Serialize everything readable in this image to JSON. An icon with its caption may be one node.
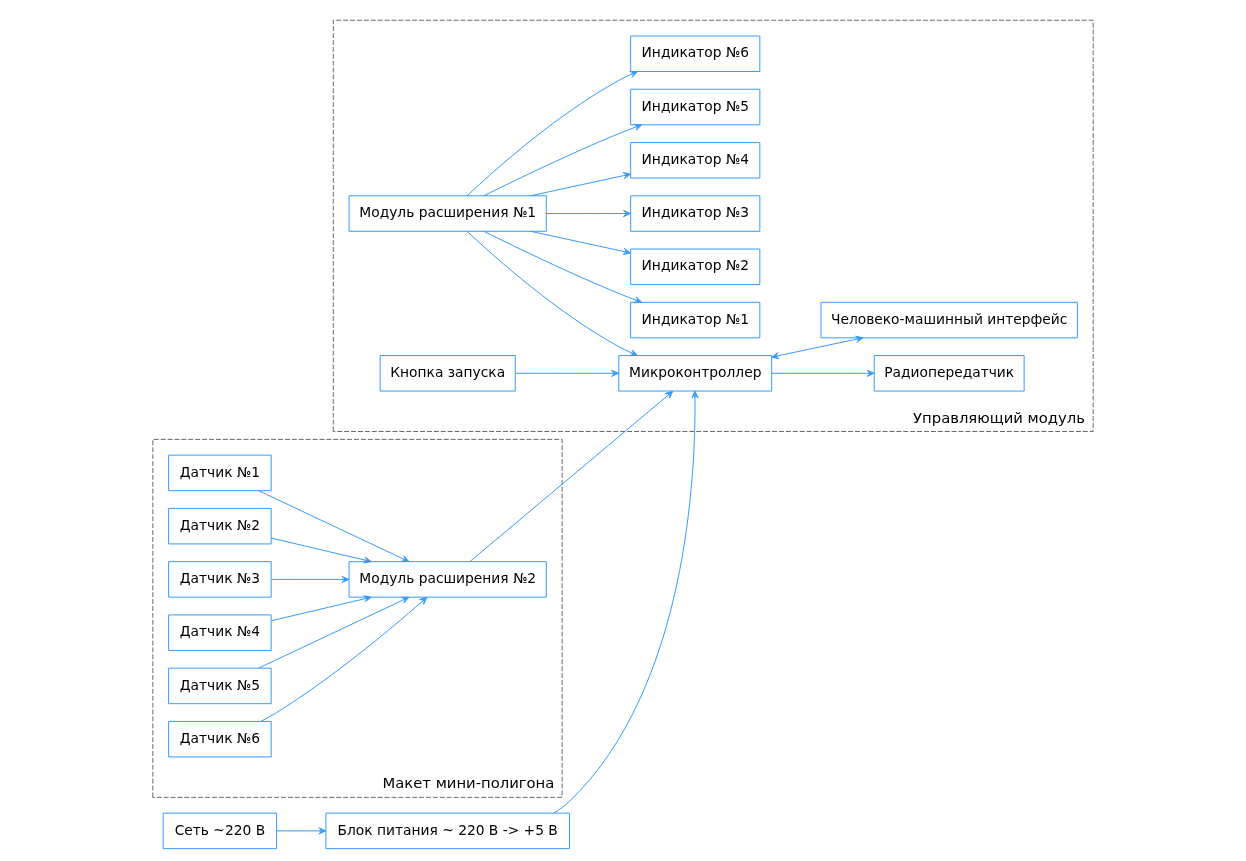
{
  "diagram": {
    "nodes": [
      {
        "text": [
          "Управляющий модуль"
        ]
      },
      {
        "text": [
          "Модуль расширения №1"
        ],
        "in": 0
      },
      {
        "text": [
          "Индикатор №1"
        ],
        "in": 0
      },
      {
        "text": [
          "Индикатор №2"
        ],
        "in": 0
      },
      {
        "text": [
          "Индикатор №3"
        ],
        "in": 0
      },
      {
        "text": [
          "Индикатор №4"
        ],
        "in": 0
      },
      {
        "text": [
          "Индикатор №5"
        ],
        "in": 0
      },
      {
        "text": [
          "Индикатор №6"
        ],
        "in": 0
      },
      {
        "text": [
          "Радиопередатчик"
        ],
        "in": 0
      },
      {
        "text": [
          "Микроконтроллер"
        ],
        "in": 0
      },
      {
        "text": [
          "Человеко-машинный интерфейс"
        ],
        "in": 0
      },
      {
        "text": [
          "Кнопка запуска"
        ],
        "in": 0
      },
      {
        "text": [
          "Макет мини-полигона"
        ]
      },
      {
        "text": [
          "Модуль расширения №2"
        ],
        "in": 12
      },
      {
        "text": [
          "Датчик №1"
        ],
        "in": 12
      },
      {
        "text": [
          "Датчик №2"
        ],
        "in": 12
      },
      {
        "text": [
          "Датчик №3"
        ],
        "in": 12
      },
      {
        "text": [
          "Датчик №4"
        ],
        "in": 12
      },
      {
        "text": [
          "Датчик №5"
        ],
        "in": 12
      },
      {
        "text": [
          "Датчик №6"
        ],
        "in": 12
      },
      {
        "text": [
          "Блок питания ~ 220 В -> +5 В"
        ]
      },
      {
        "text": [
          "Сеть ~220 В"
        ]
      }
    ],
    "edges": [
      {
        "from": 1,
        "to": 2,
        "arrow": "to"
      },
      {
        "from": 1,
        "to": 3,
        "arrow": "to"
      },
      {
        "from": 1,
        "to": 4,
        "arrow": "to"
      },
      {
        "from": 1,
        "to": 5,
        "arrow": "to"
      },
      {
        "from": 1,
        "to": 6,
        "arrow": "to"
      },
      {
        "from": 1,
        "to": 7,
        "arrow": "to"
      },
      {
        "from": 14,
        "to": 13,
        "arrow": "to"
      },
      {
        "from": 15,
        "to": 13,
        "arrow": "to"
      },
      {
        "from": 16,
        "to": 13,
        "arrow": "to"
      },
      {
        "from": 17,
        "to": 13,
        "arrow": "to"
      },
      {
        "from": 18,
        "to": 13,
        "arrow": "to"
      },
      {
        "from": 19,
        "to": 13,
        "arrow": "to"
      },
      {
        "from": 1,
        "to": 9,
        "arrow": "to"
      },
      {
        "from": 13,
        "to": 9,
        "arrow": "to"
      },
      {
        "from": 9,
        "to": 8,
        "arrow": "to"
      },
      {
        "from": 9,
        "to": 10,
        "arrow": "both"
      },
      {
        "from": 11,
        "to": 9,
        "arrow": "to"
      },
      {
        "from": 20,
        "to": 9,
        "arrow": "to"
      },
      {
        "from": 21,
        "to": 20,
        "arrow": "to"
      }
    ]
  }
}
